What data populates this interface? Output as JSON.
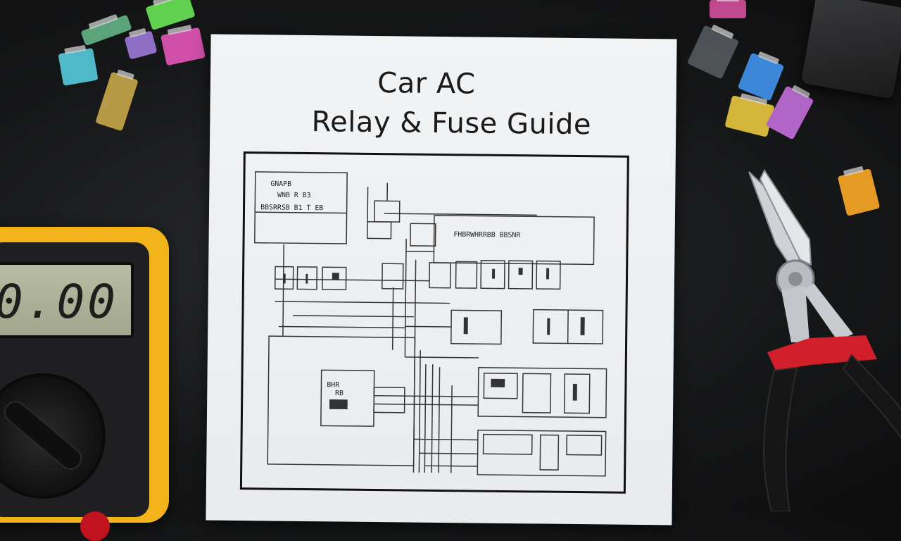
{
  "sheet": {
    "title_line_1": "Car AC",
    "title_line_2": "Relay & Fuse Guide"
  },
  "multimeter": {
    "readout": "0.00",
    "body_color": "#f2b41a"
  },
  "colors": {
    "background": "#161718",
    "paper": "#eef0f2",
    "plier_grip_red": "#d01e2a"
  }
}
